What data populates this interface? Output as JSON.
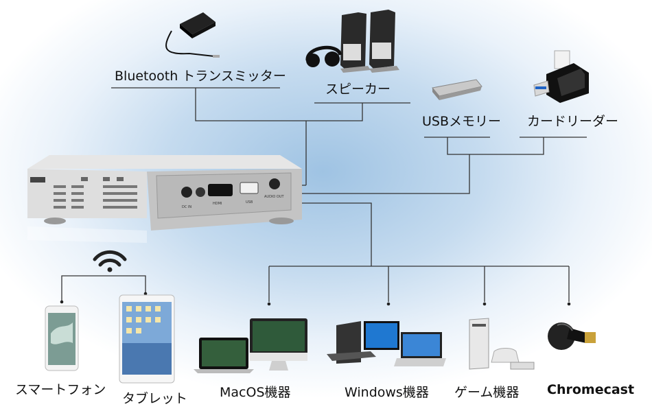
{
  "labels": {
    "bluetooth": "Bluetooth トランスミッター",
    "speaker": "スピーカー",
    "usb_memory": "USBメモリー",
    "card_reader": "カードリーダー",
    "smartphone": "スマートフォン",
    "tablet": "タブレット",
    "macos": "MacOS機器",
    "windows": "Windows機器",
    "game": "ゲーム機器",
    "chromecast": "Chromecast"
  },
  "projector_ports": {
    "dc_in": "DC IN",
    "hdmi": "HDMI",
    "usb": "USB",
    "audio_out": "AUDIO OUT"
  },
  "icons": [
    "bluetooth-transmitter-icon",
    "speaker-icon",
    "usb-memory-icon",
    "card-reader-icon",
    "projector-icon",
    "wifi-icon",
    "smartphone-icon",
    "tablet-icon",
    "mac-icon",
    "windows-pc-icon",
    "game-console-icon",
    "chromecast-icon"
  ],
  "colors": {
    "line": "#333333",
    "bg_center": "#9fc3e3",
    "bg_edge": "#ffffff"
  }
}
